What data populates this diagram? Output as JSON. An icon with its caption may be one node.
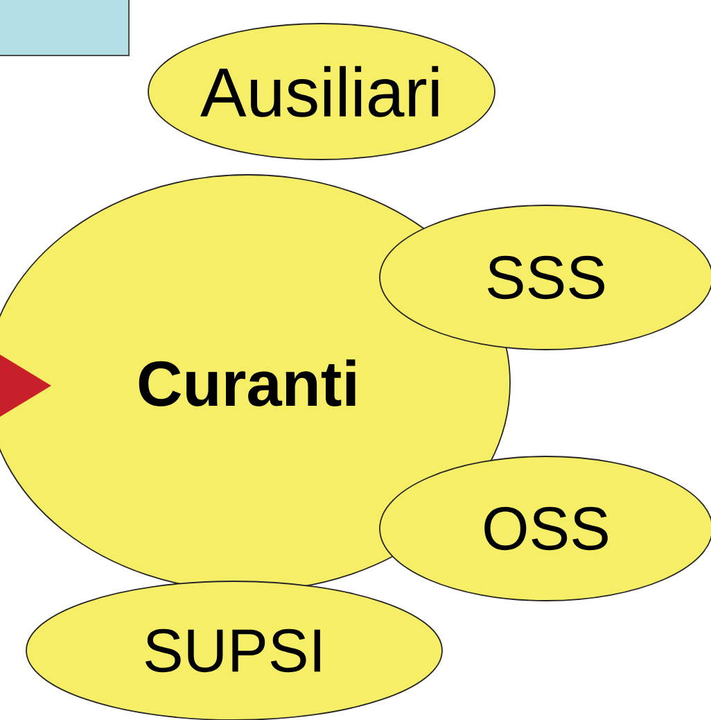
{
  "diagram": {
    "nodes": [
      {
        "text": [],
        "shape": "box"
      },
      {
        "text": [
          "Ausiliari"
        ]
      },
      {
        "text": [
          "Curanti"
        ]
      },
      {
        "text": [
          "SSS"
        ]
      },
      {
        "text": [
          "OSS"
        ]
      },
      {
        "text": [
          "SUPSI"
        ]
      }
    ],
    "edges": [
      {
        "from": null,
        "to": 2,
        "arrow": "to"
      }
    ]
  }
}
